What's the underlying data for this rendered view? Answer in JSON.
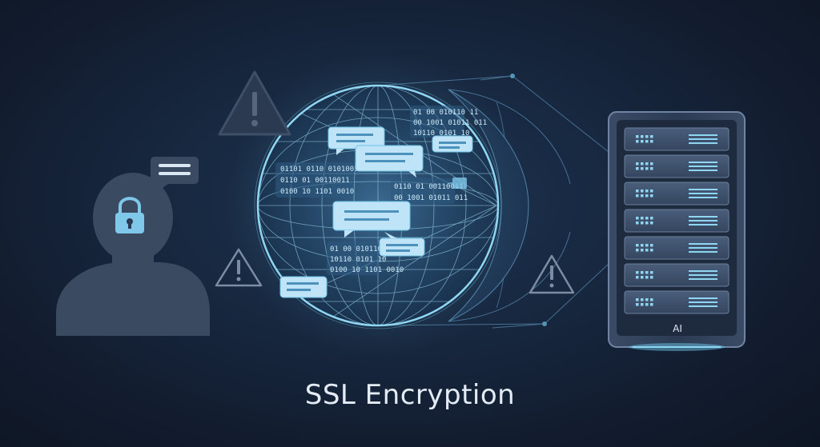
{
  "title": "SSL Encryption",
  "server": {
    "label": "AI",
    "unit_count": 7
  },
  "binary_blocks": [
    "01101 0110 0101001",
    "0110 01 00110011",
    "0100 10 1101 0010",
    "01 00 010110 11",
    "00 1001 01011 011",
    "10110 0101 10"
  ],
  "icons": {
    "user": "user-silhouette-icon",
    "lock": "padlock-icon",
    "warning": "warning-triangle-icon",
    "server": "server-rack-icon",
    "globe": "wireframe-globe-icon"
  },
  "colors": {
    "background": "#141f33",
    "accent": "#6ec3e6",
    "bubble": "#bfe3f7",
    "silhouette": "#3a4a61",
    "server_body": "#2a3a52"
  }
}
